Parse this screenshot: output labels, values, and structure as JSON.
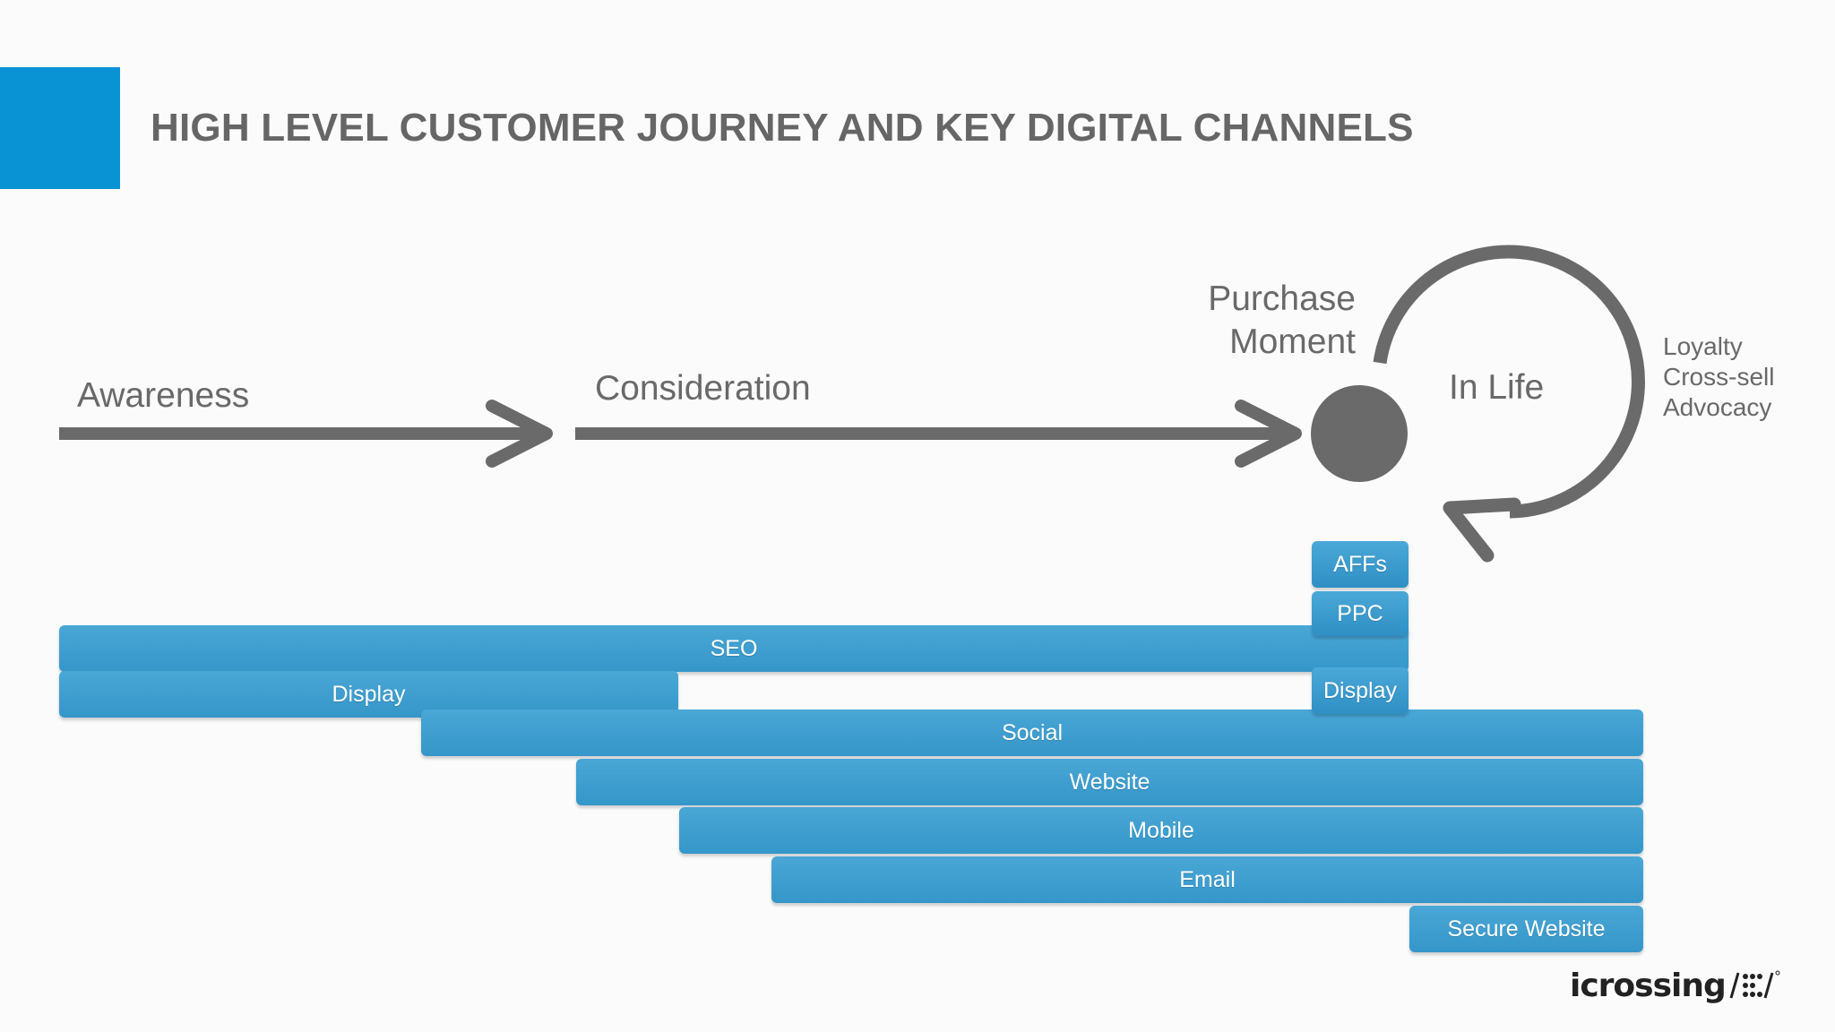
{
  "slide": {
    "title": "HIGH LEVEL CUSTOMER JOURNEY AND KEY DIGITAL CHANNELS"
  },
  "journey": {
    "awareness": "Awareness",
    "consideration": "Consideration",
    "purchase_line1": "Purchase",
    "purchase_line2": "Moment",
    "in_life": "In Life",
    "in_life_items": [
      "Loyalty",
      "Cross-sell",
      "Advocacy"
    ]
  },
  "channels": {
    "affs": "AFFs",
    "ppc": "PPC",
    "seo": "SEO",
    "display_left": "Display",
    "display_right": "Display",
    "social": "Social",
    "website": "Website",
    "mobile": "Mobile",
    "email": "Email",
    "secure_website": "Secure Website"
  },
  "logo": {
    "brand": "icrossing"
  },
  "colors": {
    "accent": "#0a93d4",
    "bar": "#3a9ccf",
    "arrow": "#6a6a6a",
    "title": "#666666"
  }
}
